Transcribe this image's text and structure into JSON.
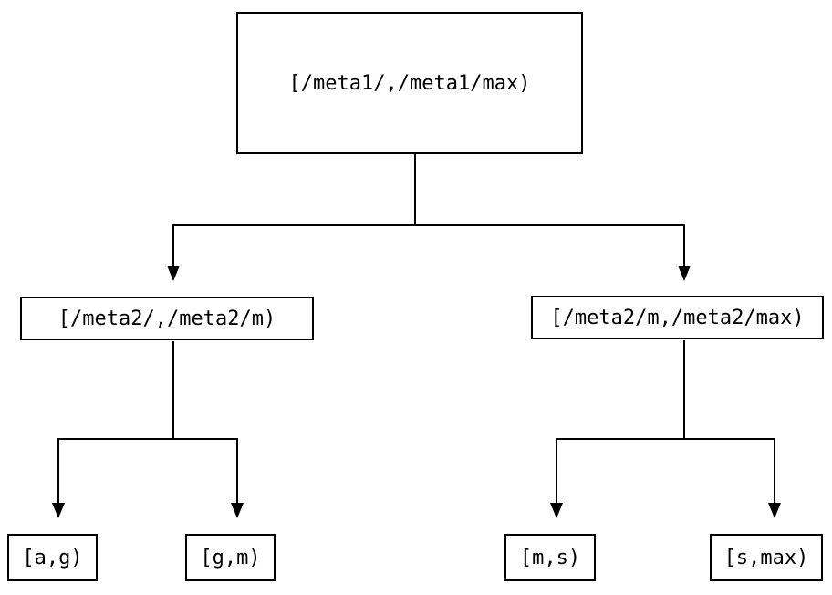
{
  "diagram": {
    "type": "binary-tree",
    "nodes": {
      "root": {
        "label": "[/meta1/,/meta1/max)"
      },
      "left": {
        "label": "[/meta2/,/meta2/m)"
      },
      "right": {
        "label": "[/meta2/m,/meta2/max)"
      },
      "leaf_ag": {
        "label": "[a,g)"
      },
      "leaf_gm": {
        "label": "[g,m)"
      },
      "leaf_ms": {
        "label": "[m,s)"
      },
      "leaf_smax": {
        "label": "[s,max)"
      }
    },
    "edges": [
      {
        "from": "root",
        "to": "left"
      },
      {
        "from": "root",
        "to": "right"
      },
      {
        "from": "left",
        "to": "leaf_ag"
      },
      {
        "from": "left",
        "to": "leaf_gm"
      },
      {
        "from": "right",
        "to": "leaf_ms"
      },
      {
        "from": "right",
        "to": "leaf_smax"
      }
    ],
    "colors": {
      "line": "#000000",
      "text": "#000000",
      "node_fill": "#ffffff",
      "background": "#ffffff"
    }
  }
}
